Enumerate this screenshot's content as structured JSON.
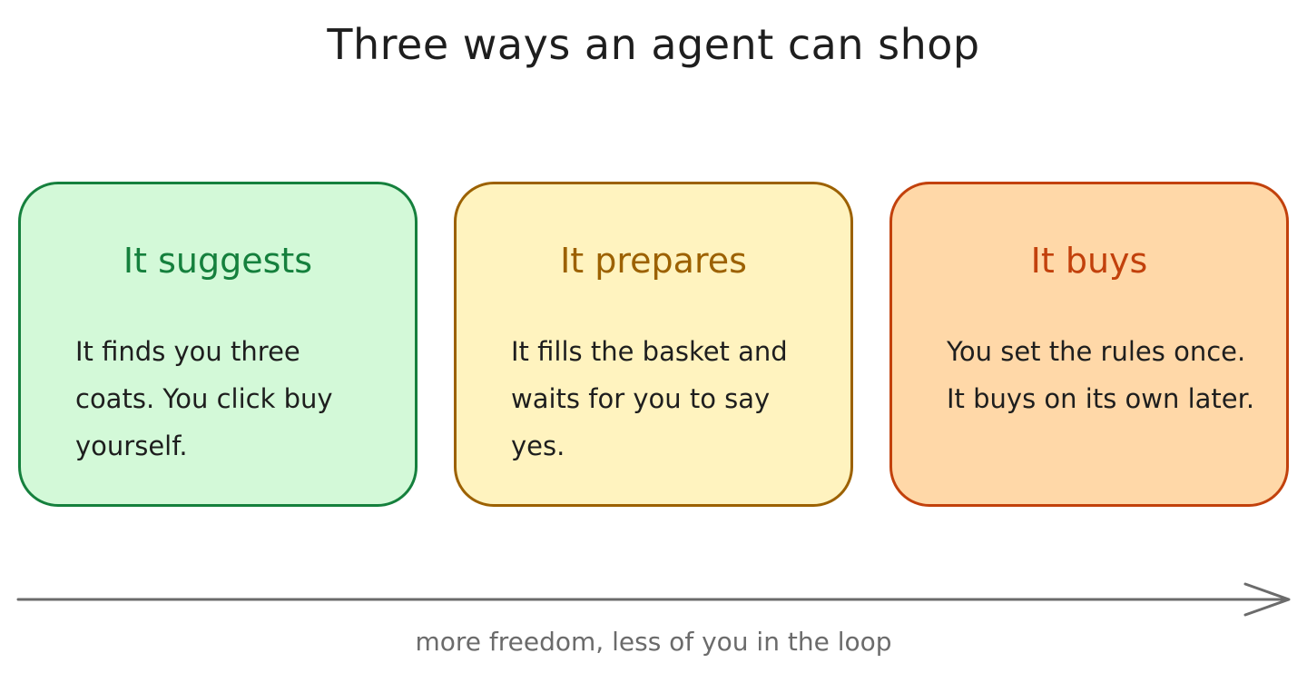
{
  "title": "Three ways an agent can shop",
  "cards": [
    {
      "heading": "It suggests",
      "body": "It finds you three coats. You click buy yourself.",
      "accent": "#15803d",
      "fill": "#d3f9d8"
    },
    {
      "heading": "It prepares",
      "body": "It fills the basket and waits for you to say yes.",
      "accent": "#9c6100",
      "fill": "#fff3bf"
    },
    {
      "heading": "It buys",
      "body": "You set the rules once. It buys on its own later.",
      "accent": "#c2410c",
      "fill": "#ffd8a8"
    }
  ],
  "axis": {
    "caption": "more freedom, less of you in the loop",
    "color": "#6b6b6b"
  }
}
